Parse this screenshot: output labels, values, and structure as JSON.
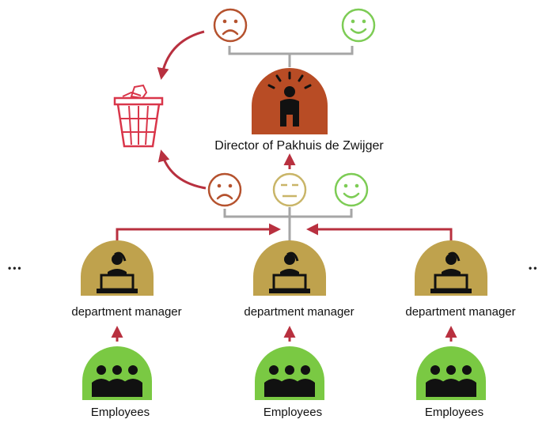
{
  "director": {
    "label": "Director of Pakhuis de Zwijger"
  },
  "departments": [
    {
      "manager_label": "department manager",
      "employees_label": "Employees"
    },
    {
      "manager_label": "department manager",
      "employees_label": "Employees"
    },
    {
      "manager_label": "department manager",
      "employees_label": "Employees"
    }
  ],
  "ellipsis": {
    "left": "•••",
    "right": "••"
  },
  "colors": {
    "negative": "#b5522e",
    "neutral": "#c9b568",
    "positive": "#7dcc55",
    "director_circle": "#b84c25",
    "manager_circle": "#bfa24d",
    "employees_circle": "#7ac943",
    "arrow": "#b8303f",
    "connector": "#a6a6a6",
    "bin": "#d9364a"
  }
}
